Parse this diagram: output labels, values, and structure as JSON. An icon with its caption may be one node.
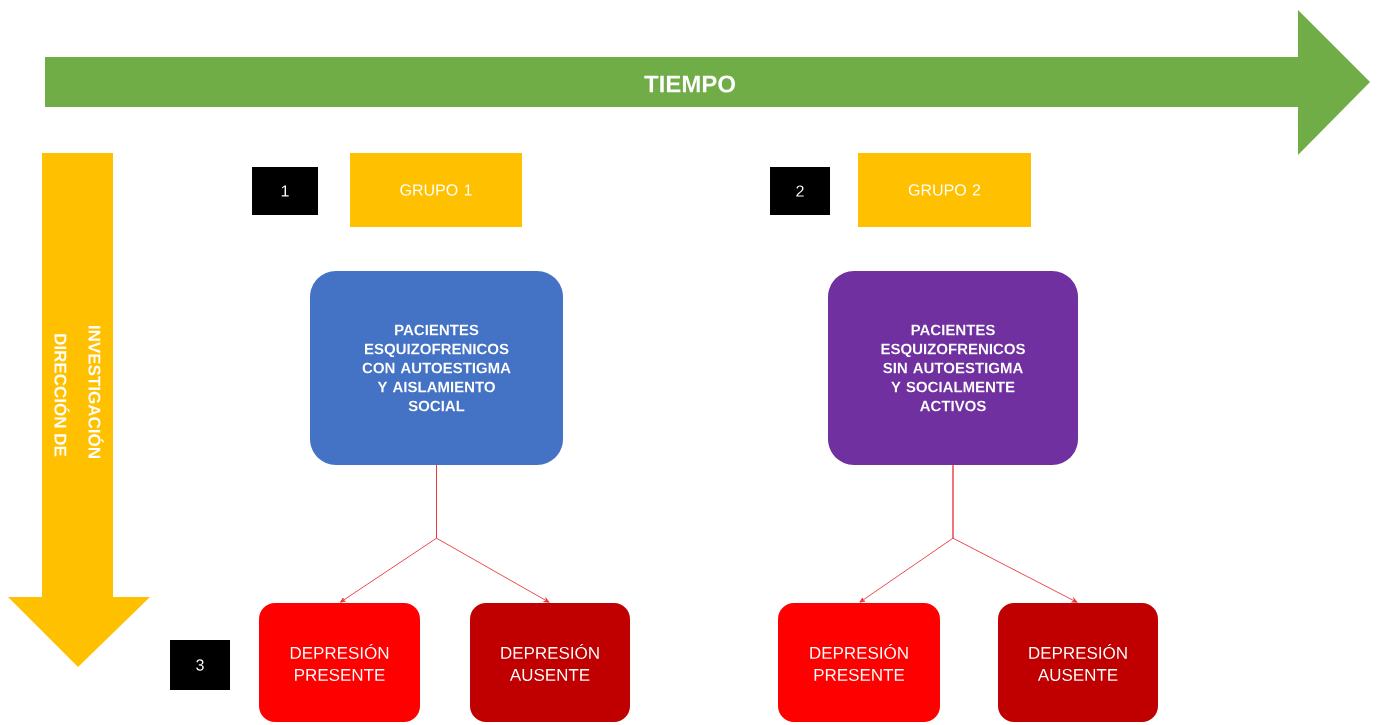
{
  "diagram": {
    "nodes": [
      {
        "text": [
          "TIEMPO"
        ]
      },
      {
        "text": [
          "DIRECCIÓN DE",
          "INVESTIGACIÓN"
        ]
      },
      {
        "text": [
          "1"
        ]
      },
      {
        "text": [
          "GRUPO 1"
        ]
      },
      {
        "text": [
          "2"
        ]
      },
      {
        "text": [
          "GRUPO 2"
        ]
      },
      {
        "text": [
          "PACIENTES ESQUIZOFRENICOS CON AUTOESTIGMA Y AISLAMIENTO SOCIAL"
        ]
      },
      {
        "text": [
          "PACIENTES ESQUIZOFRENICOS SIN AUTOESTIGMA Y SOCIALMENTE ACTIVOS"
        ]
      },
      {
        "text": [
          "3"
        ]
      },
      {
        "text": [
          "DEPRESIÓN PRESENTE"
        ]
      },
      {
        "text": [
          "DEPRESIÓN AUSENTE"
        ]
      },
      {
        "text": [
          "DEPRESIÓN PRESENTE"
        ]
      },
      {
        "text": [
          "DEPRESIÓN AUSENTE"
        ]
      }
    ],
    "edges": [
      {
        "from": 6,
        "to": 9,
        "arrow": "to"
      },
      {
        "from": 6,
        "to": 10,
        "arrow": "to"
      },
      {
        "from": 7,
        "to": 11,
        "arrow": "to"
      },
      {
        "from": 7,
        "to": 12,
        "arrow": "to"
      }
    ]
  }
}
